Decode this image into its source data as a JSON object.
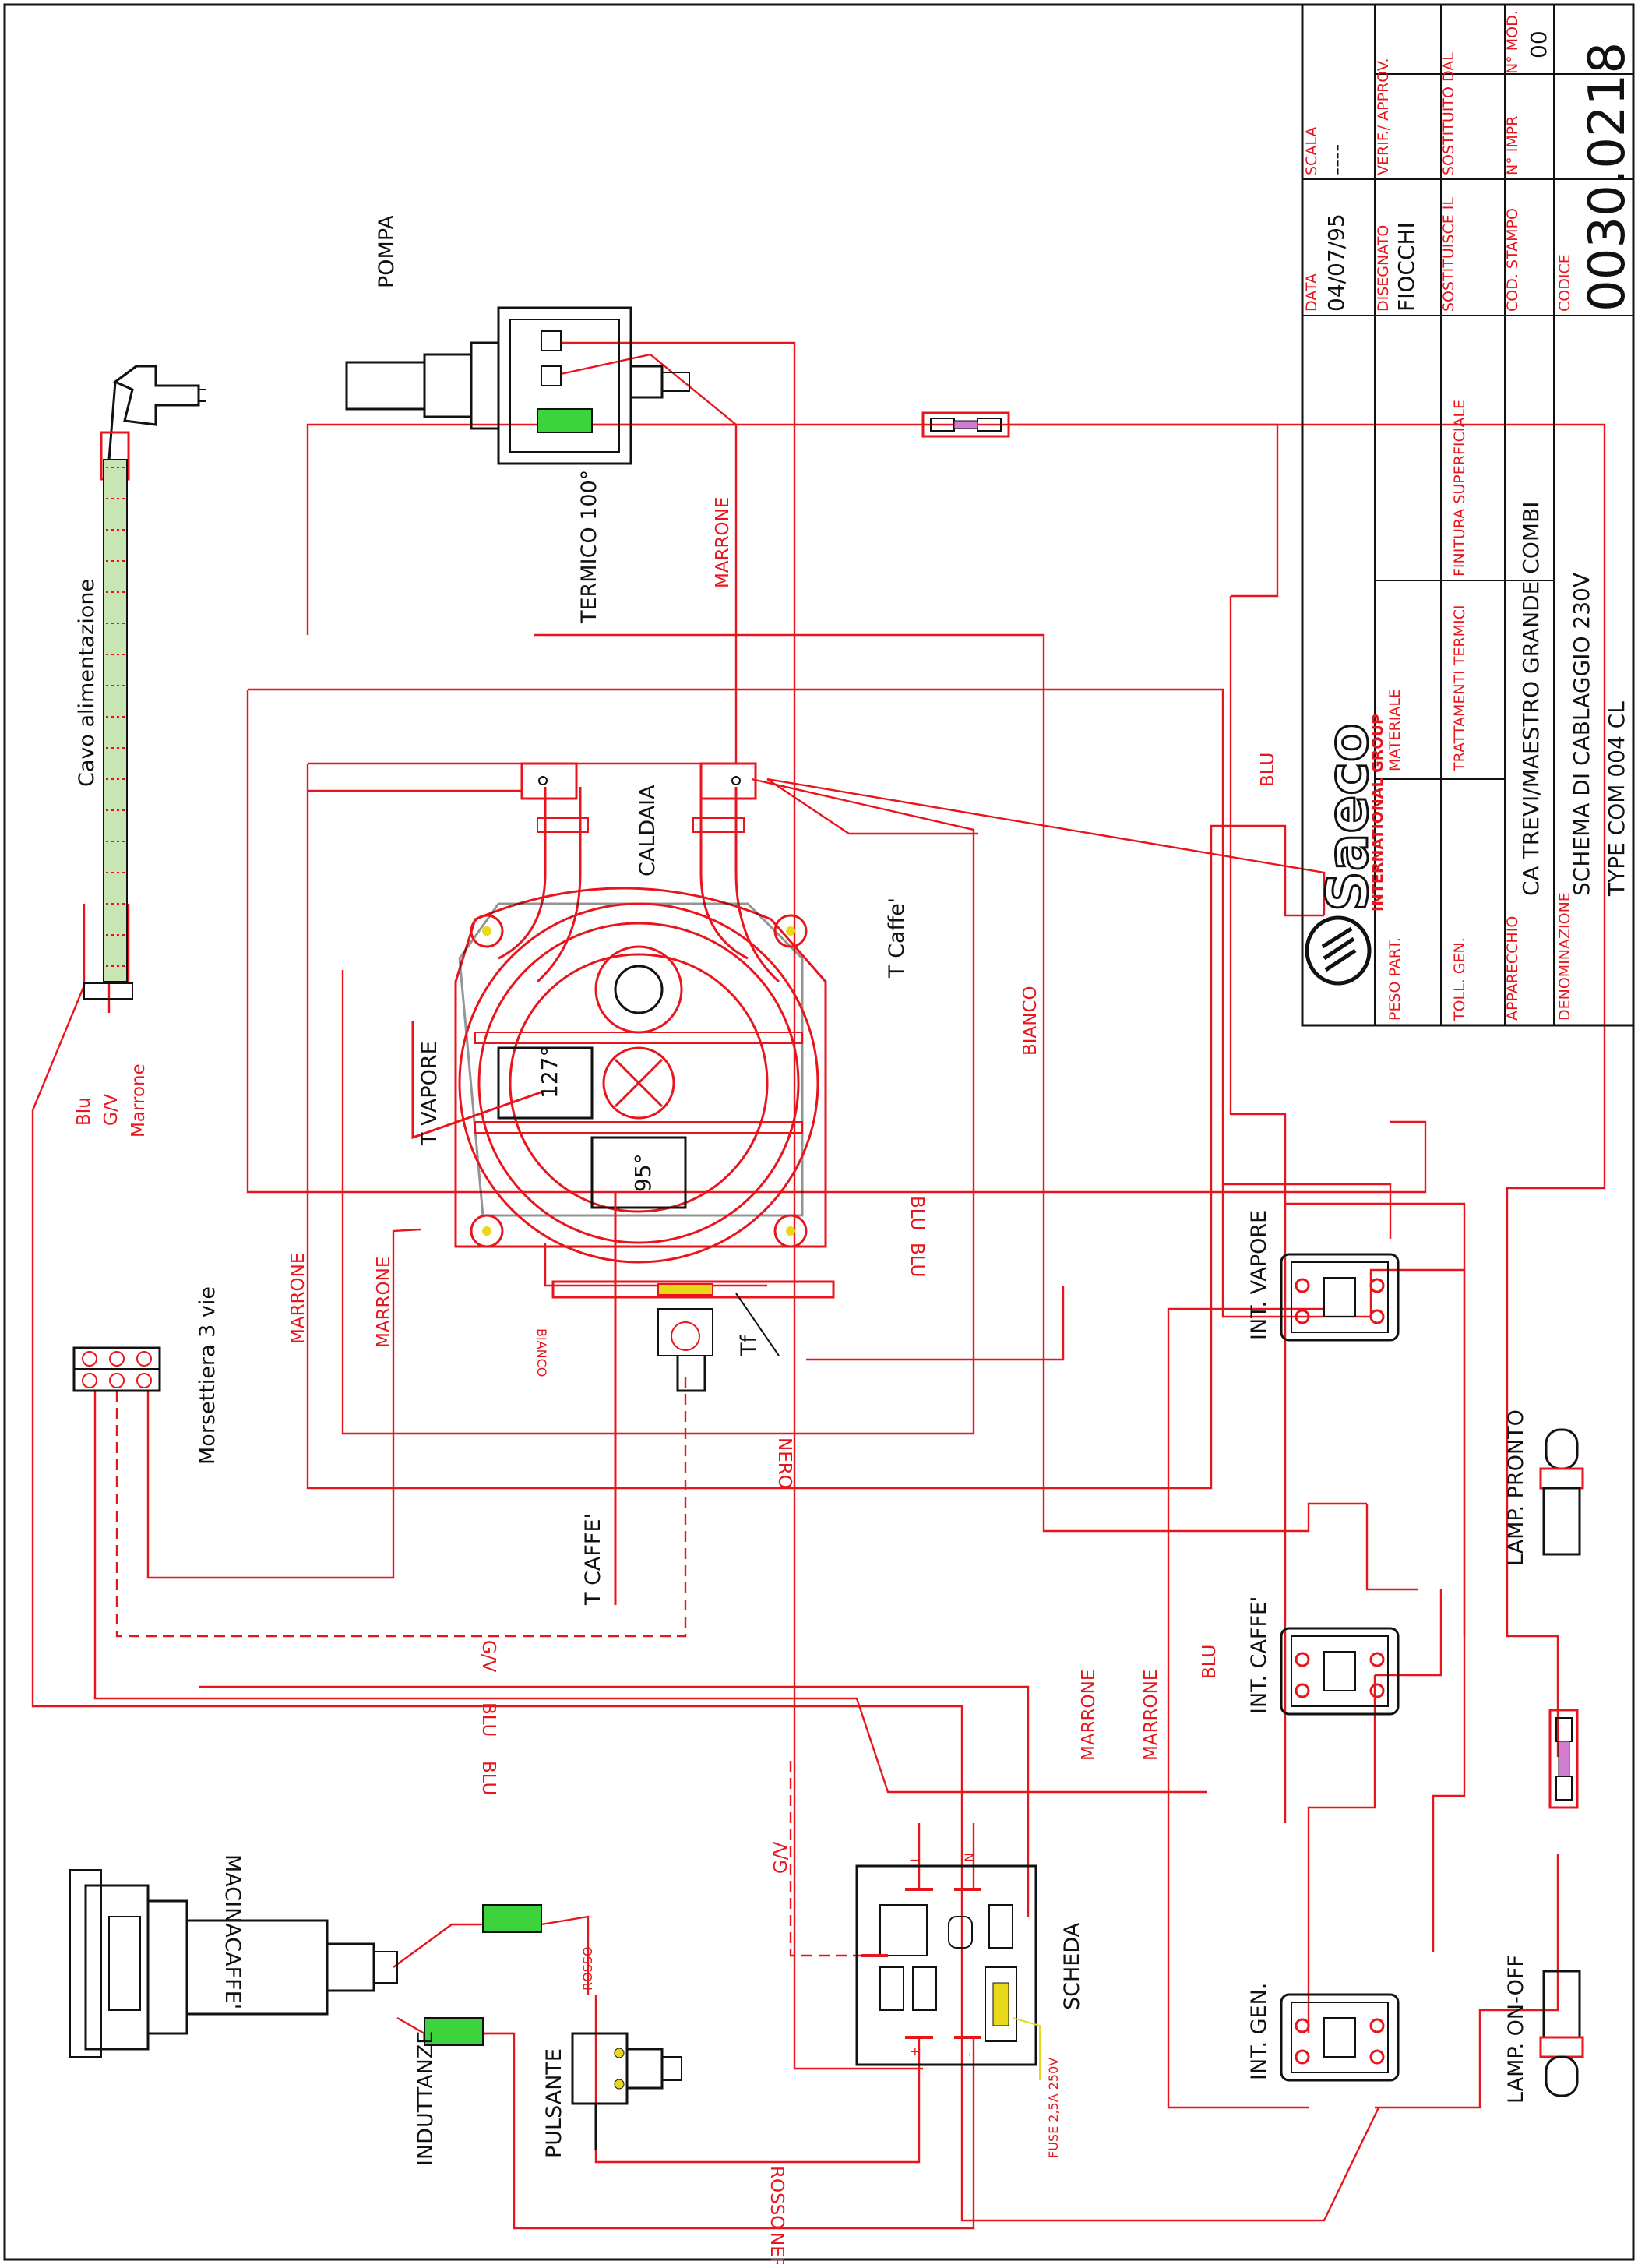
{
  "components": {
    "pompa": "POMPA",
    "termico": "TERMICO 100°",
    "cavo": "Cavo alimentazione",
    "caldaia": "CALDAIA",
    "t_caffe_label": "T Caffe'",
    "t_vapore": "T VAPORE",
    "temp_vapore": "127°",
    "temp_caffe": "95°",
    "tf": "Tf",
    "t_caffe_probe": "T CAFFE'",
    "morsettiera": "Morsettiera 3 vie",
    "int_vapore": "INT. VAPORE",
    "int_caffe": "INT. CAFFE'",
    "int_gen": "INT. GEN.",
    "lamp_pronto": "LAMP. PRONTO",
    "lamp_onoff": "LAMP. ON-OFF",
    "macinacaffe": "MACINACAFFE'",
    "induttanze": "INDUTTANZE",
    "pulsante": "PULSANTE",
    "scheda": "SCHEDA",
    "fuse": "FUSE 2,5A 250V",
    "terminal_l": "L",
    "terminal_n": "N",
    "plus": "+",
    "minus": "-"
  },
  "wires": {
    "marrone": "MARRONE",
    "blu": "BLU",
    "bianco": "BIANCO",
    "nero": "NERO",
    "gv": "G/V",
    "rosso": "ROSSO",
    "cable_blu": "Blu",
    "cable_gv": "G/V",
    "cable_marrone": "Marrone"
  },
  "title_block": {
    "logo": "Saeco",
    "group": "INTERNATIONAL GROUP",
    "data_label": "DATA",
    "data_value": "04/07/95",
    "scala_label": "SCALA",
    "scala_value": "----",
    "disegnato_label": "DISEGNATO",
    "disegnato_value": "FIOCCHI",
    "verif_label": "VERIF./ APPROV.",
    "sostituisce_label": "SOSTITUISCE IL",
    "sostituito_label": "SOSTITUITO DAL",
    "cod_stampo_label": "COD. STAMPO",
    "n_impr_label": "N° IMPR",
    "n_mod_label": "N° MOD.",
    "n_mod_value": "00",
    "peso_label": "PESO PART.",
    "materiale_label": "MATERIALE",
    "toll_label": "TOLL. GEN.",
    "trattamenti_label": "TRATTAMENTI TERMICI",
    "finitura_label": "FINITURA SUPERFICIALE",
    "apparecchio_label": "APPARECCHIO",
    "apparecchio_value": "CA TREVI/MAESTRO GRANDE COMBI",
    "denominazione_label": "DENOMINAZIONE",
    "denominazione_value": "SCHEMA DI CABLAGGIO 230V",
    "type_value": "TYPE COM 004 CL",
    "codice_label": "CODICE",
    "codice_value": "0030.0218"
  }
}
